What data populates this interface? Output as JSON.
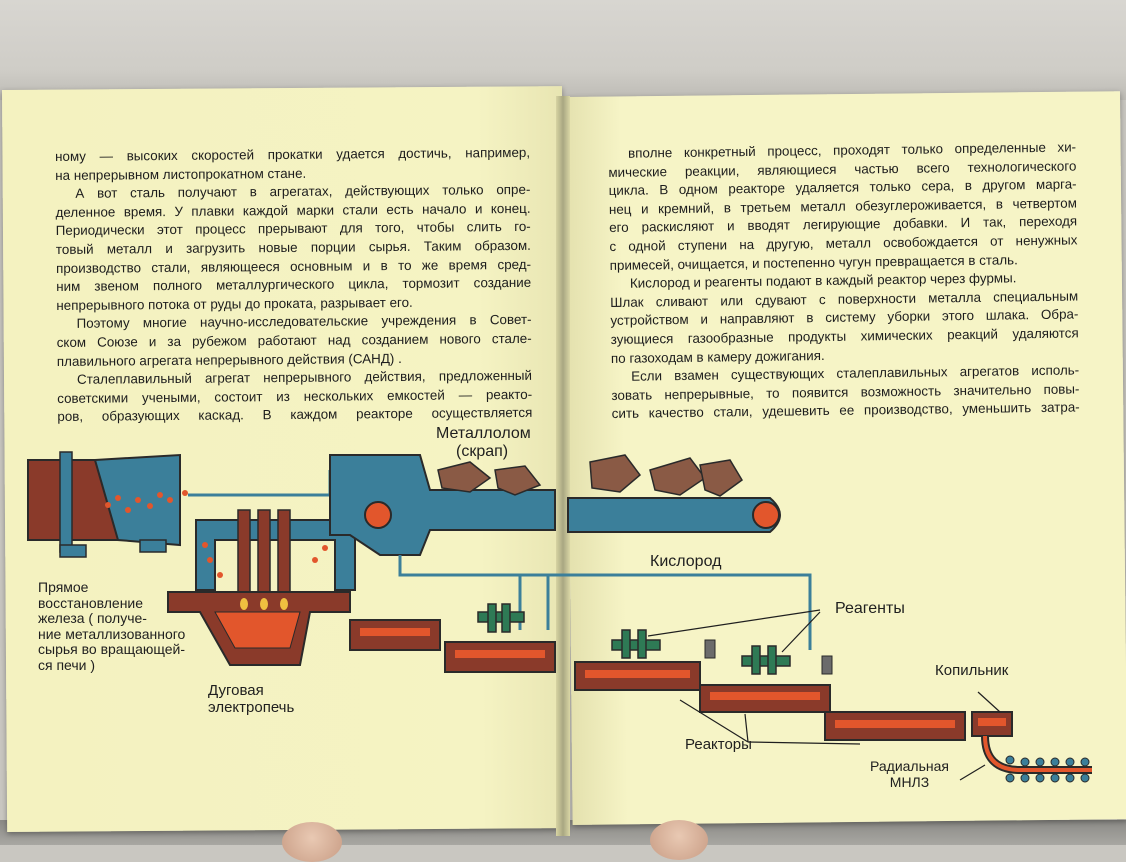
{
  "left_page": {
    "paragraphs": [
      {
        "lines": [
          "ному — высоких скоростей прокатки удается достичь, например,",
          "на непрерывном листопрокатном стане."
        ]
      },
      {
        "lines": [
          "А вот сталь получают   в агрегатах, действующих только опре-",
          "деленное время. У плавки каждой марки стали есть начало и конец.",
          "Периодически этот процесс прерывают для того, чтобы слить го-",
          "товый металл и загрузить новые порции сырья. Таким образом.",
          "производство стали, являющееся основным и в то же время сред-",
          "ним звеном полного металлургического цикла, тормозит создание",
          "непрерывного потока от руды до проката, разрывает его."
        ]
      },
      {
        "lines": [
          "Поэтому многие научно-исследовательские учреждения в Совет-",
          "ском Союзе и за рубежом работают над созданием нового стале-",
          "плавильного агрегата непрерывного действия  (САНД) ."
        ]
      },
      {
        "lines": [
          "Сталеплавильный агрегат непрерывного действия, предложенный",
          "советскими   учеными, состоит из нескольких емкостей — реакто-",
          "ров,  образующих  каскад.  В  каждом  реакторе  осуществляется"
        ]
      }
    ]
  },
  "right_page": {
    "paragraphs": [
      {
        "lines": [
          "вполне конкретный процесс, проходят только определенные хи-",
          "мические  реакции,  являющиеся  частью  всего технологического",
          "цикла. В одном реакторе удаляется только сера, в другом марга-",
          "нец и кремний, в третьем металл обезуглероживается, в четвертом",
          "его  раскисляют  и  вводят  легирующие  добавки.  И  так,  переходя",
          "с одной ступени на другую, металл освобождается от ненужных",
          "примесей, очищается, и постепенно чугун превращается в сталь."
        ]
      },
      {
        "lines": [
          "Кислород  и  реагенты  подают  в  каждый  реактор  через  фурмы."
        ]
      },
      {
        "lines": [
          "Шлак  сливают  или  сдувают  с  поверхности  металла  специальным",
          "устройством  и  направляют  в  систему  уборки  этого  шлака.  Обра-",
          "зующиеся  газообразные продукты химических реакций удаляются",
          "по газоходам в камеру дожигания."
        ]
      },
      {
        "lines": [
          "Если  взамен  существующих  сталеплавильных  агрегатов  исполь-",
          "зовать  непрерывные,  то  появится  возможность  значительно  повы-",
          "сить  качество  стали,  удешевить  ее  производство,  уменьшить  затра-"
        ]
      }
    ]
  },
  "diagram": {
    "scrap_label": [
      "Металлолом",
      "(скрап)"
    ],
    "oxygen_label": "Кислород",
    "reagents_label": "Реагенты",
    "reduction_label": [
      "Прямое",
      "восстановление",
      "железа ( получе-",
      "ние металлизованного",
      "сырья  во вращающей-",
      "ся печи )"
    ],
    "arc_furnace_label": [
      "Дуговая",
      "электропечь"
    ],
    "reactors_label": "Реакторы",
    "accumulator_label": "Копильник",
    "caster_label": [
      "Радиальная",
      "МНЛЗ"
    ]
  },
  "colors": {
    "paper": "#f5f3c2",
    "furnace_brown": "#8a3a2a",
    "molten_orange": "#e2562c",
    "conveyor_blue": "#3b7f9a",
    "reagent_green": "#2e7a55",
    "scrap_brown": "#8a5a45"
  }
}
